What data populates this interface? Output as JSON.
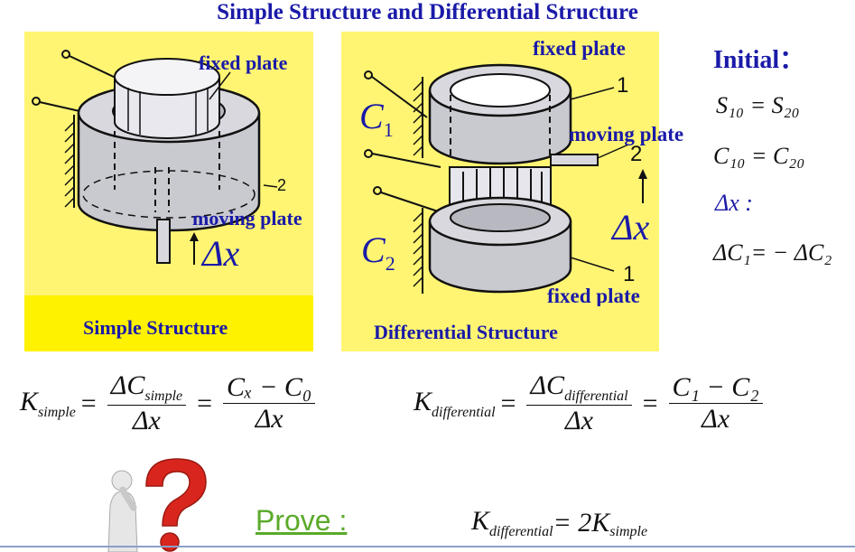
{
  "title": "Simple Structure and Differential Structure",
  "simple_panel": {
    "label_fixed": "fixed plate",
    "label_moving": "moving plate",
    "label_num2": "2",
    "delta_x": "Δx",
    "caption": "Simple Structure"
  },
  "diff_panel": {
    "label_fixed_top": "fixed plate",
    "label_moving": "moving plate",
    "label_fixed_bottom": "fixed plate",
    "label_num1_top": "1",
    "label_num2": "2",
    "label_num1_bottom": "1",
    "c1": "C",
    "c1_sub": "1",
    "c2": "C",
    "c2_sub": "2",
    "delta_x": "Δx",
    "caption": "Differential Structure"
  },
  "side": {
    "heading": "Initial：",
    "line1": "S₁₀ = S₂₀",
    "line2": "C₁₀ = C₂₀",
    "line3": "Δx :",
    "line4": "ΔC₁= − ΔC₂"
  },
  "formula_simple": {
    "k": "K",
    "k_sub": "simple",
    "num1": "ΔC",
    "num1_sub": "simple",
    "den1": "Δx",
    "num2": "Cₓ − C₀",
    "den2": "Δx"
  },
  "formula_diff": {
    "k": "K",
    "k_sub": "differential",
    "num1": "ΔC",
    "num1_sub": "differential",
    "den1": "Δx",
    "num2": "C₁ − C₂",
    "den2": "Δx"
  },
  "prove": {
    "label": "Prove :",
    "k": "K",
    "k_sub": "differential",
    "eq": " = 2K",
    "rhs_sub": "simple"
  },
  "colors": {
    "panel_bg": "#fff573",
    "label_blue": "#1a1aa8",
    "prove_green": "#5aaa2a",
    "question_red": "#d8261e"
  },
  "icons": [
    "thinking-person-icon",
    "question-mark-icon"
  ]
}
